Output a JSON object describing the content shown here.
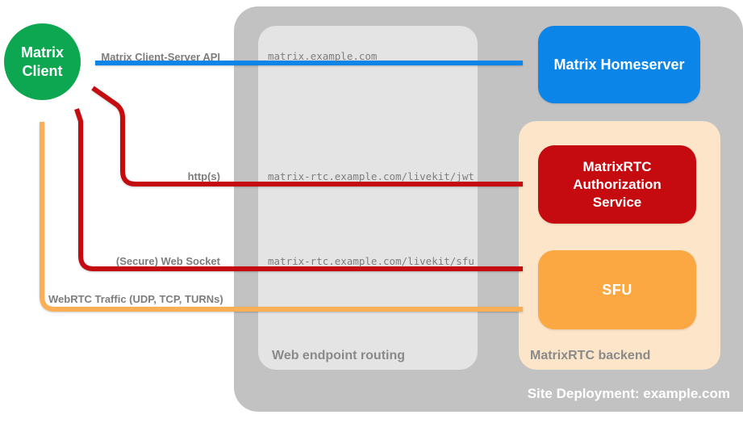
{
  "colors": {
    "client_green": "#0ca750",
    "homeserver_blue": "#0b86e8",
    "service_red": "#c50b10",
    "sfu_orange": "#fba843",
    "webrtc_arrow_orange": "#fbaf55",
    "backend_peach": "#fce5c9",
    "site_container_gray": "#c2c2c2",
    "routing_panel_gray": "#e4e4e4",
    "label_gray": "#8a8a8a"
  },
  "containers": {
    "site": {
      "label": "Site Deployment: example.com"
    },
    "routing": {
      "label": "Web endpoint routing"
    },
    "backend": {
      "label": "MatrixRTC backend"
    }
  },
  "nodes": {
    "client": {
      "label": "Matrix Client"
    },
    "homeserver": {
      "label": "Matrix Homeserver"
    },
    "auth_service": {
      "label": "MatrixRTC Authorization Service"
    },
    "sfu": {
      "label": "SFU"
    }
  },
  "edges": {
    "client_server_api": {
      "label": "Matrix Client-Server API",
      "route": "matrix.example.com"
    },
    "http": {
      "label": "http(s)",
      "route": "matrix-rtc.example.com/livekit/jwt"
    },
    "websocket": {
      "label": "(Secure) Web Socket",
      "route": "matrix-rtc.example.com/livekit/sfu"
    },
    "webrtc": {
      "label": "WebRTC Traffic (UDP, TCP, TURNs)"
    }
  }
}
